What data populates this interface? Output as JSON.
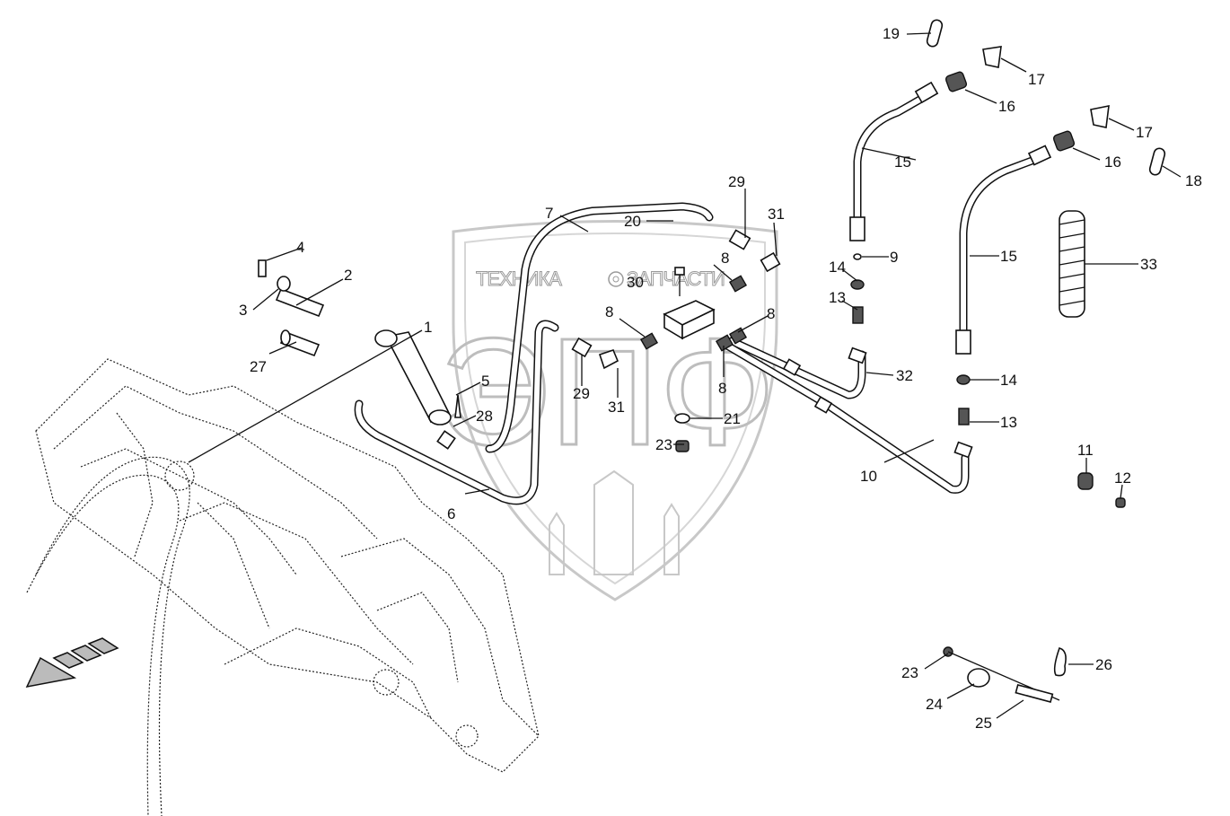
{
  "diagram": {
    "type": "exploded-parts-diagram",
    "watermark": {
      "left_text": "ТЕХНИКА",
      "right_text": "ЗАПЧАСТИ",
      "monogram": "ЭПФ"
    },
    "callouts": [
      {
        "id": "c1",
        "label": "1"
      },
      {
        "id": "c2",
        "label": "2"
      },
      {
        "id": "c3",
        "label": "3"
      },
      {
        "id": "c4",
        "label": "4"
      },
      {
        "id": "c5",
        "label": "5"
      },
      {
        "id": "c6",
        "label": "6"
      },
      {
        "id": "c7",
        "label": "7"
      },
      {
        "id": "c8a",
        "label": "8"
      },
      {
        "id": "c8b",
        "label": "8"
      },
      {
        "id": "c8c",
        "label": "8"
      },
      {
        "id": "c8d",
        "label": "8"
      },
      {
        "id": "c9",
        "label": "9"
      },
      {
        "id": "c10",
        "label": "10"
      },
      {
        "id": "c11",
        "label": "11"
      },
      {
        "id": "c12",
        "label": "12"
      },
      {
        "id": "c13a",
        "label": "13"
      },
      {
        "id": "c13b",
        "label": "13"
      },
      {
        "id": "c14a",
        "label": "14"
      },
      {
        "id": "c14b",
        "label": "14"
      },
      {
        "id": "c15a",
        "label": "15"
      },
      {
        "id": "c15b",
        "label": "15"
      },
      {
        "id": "c16a",
        "label": "16"
      },
      {
        "id": "c16b",
        "label": "16"
      },
      {
        "id": "c17a",
        "label": "17"
      },
      {
        "id": "c17b",
        "label": "17"
      },
      {
        "id": "c18",
        "label": "18"
      },
      {
        "id": "c19",
        "label": "19"
      },
      {
        "id": "c20",
        "label": "20"
      },
      {
        "id": "c21",
        "label": "21"
      },
      {
        "id": "c23a",
        "label": "23"
      },
      {
        "id": "c23b",
        "label": "23"
      },
      {
        "id": "c24",
        "label": "24"
      },
      {
        "id": "c25",
        "label": "25"
      },
      {
        "id": "c26",
        "label": "26"
      },
      {
        "id": "c27",
        "label": "27"
      },
      {
        "id": "c28",
        "label": "28"
      },
      {
        "id": "c29a",
        "label": "29"
      },
      {
        "id": "c29b",
        "label": "29"
      },
      {
        "id": "c30",
        "label": "30"
      },
      {
        "id": "c31a",
        "label": "31"
      },
      {
        "id": "c31b",
        "label": "31"
      },
      {
        "id": "c32",
        "label": "32"
      },
      {
        "id": "c33",
        "label": "33"
      }
    ]
  }
}
